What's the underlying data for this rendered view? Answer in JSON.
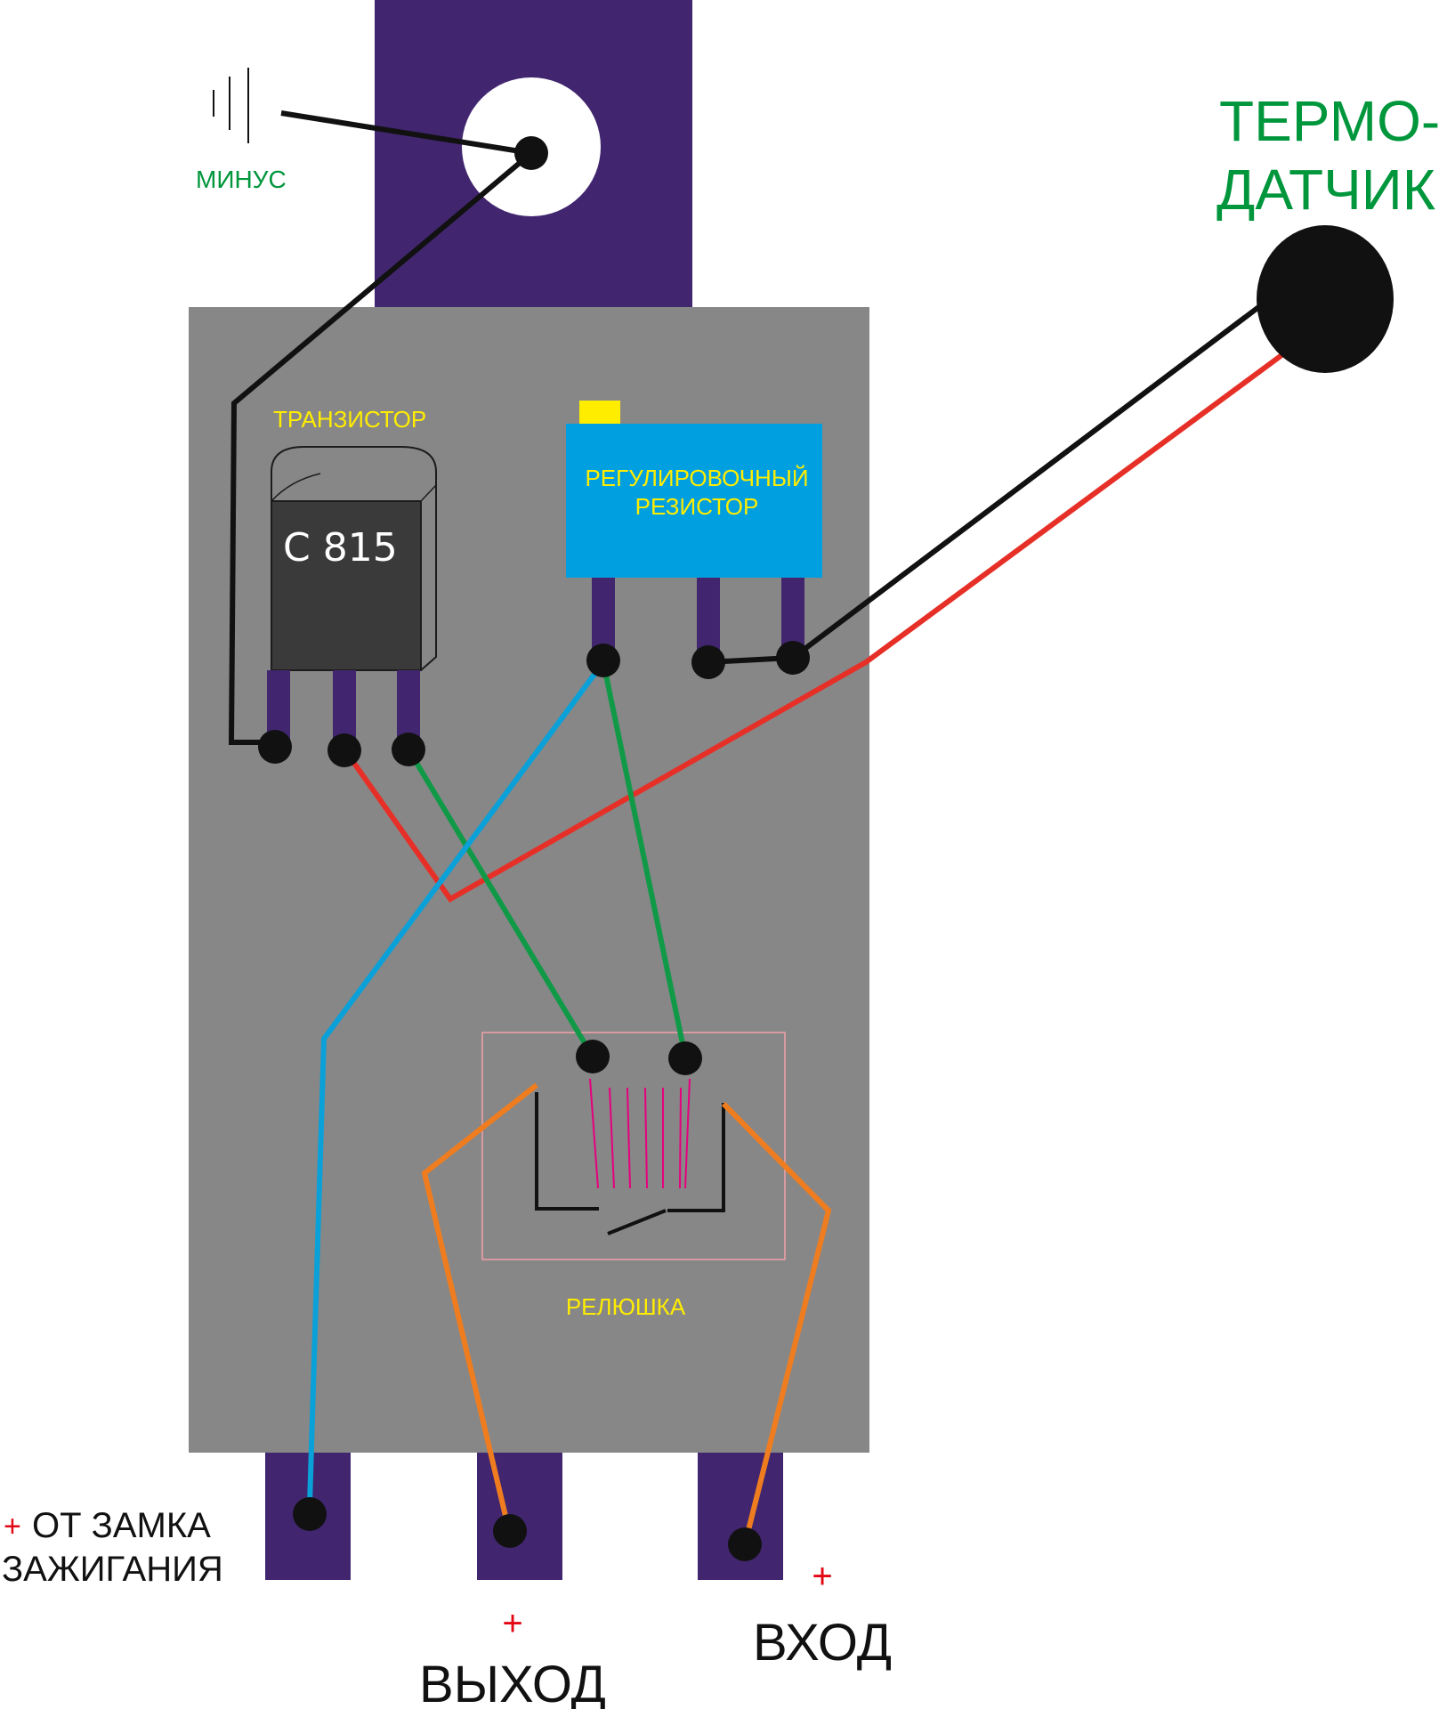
{
  "labels": {
    "minus": "МИНУС",
    "thermo_line1": "ТЕРМО-",
    "thermo_line2": "ДАТЧИК",
    "transistor": "ТРАНЗИСТОР",
    "transistor_model": "C 815",
    "resistor_line1": "РЕГУЛИРОВОЧНЫЙ",
    "resistor_line2": "РЕЗИСТОР",
    "relay": "РЕЛЮШКА",
    "ignition_plus": "+",
    "ignition_line1": "ОТ ЗАМКА",
    "ignition_line2": "ЗАЖИГАНИЯ",
    "output_plus": "+",
    "output": "ВЫХОД",
    "input_plus": "+",
    "input": "ВХОД"
  },
  "colors": {
    "board": "#878787",
    "terminal": "#41266f",
    "resistor_body": "#009fe0",
    "resistor_knob": "#ffed00",
    "transistor_body": "#3a3a3a",
    "label_yellow": "#ffed00",
    "label_green": "#00963c",
    "plus_red": "#e30613",
    "wire_black": "#111111",
    "wire_red": "#e63027",
    "wire_green": "#109a48",
    "wire_blue": "#0aa0d8",
    "wire_orange": "#ef7d1f",
    "coil_pink": "#e6007e",
    "relay_outline": "#f0a0a8"
  }
}
